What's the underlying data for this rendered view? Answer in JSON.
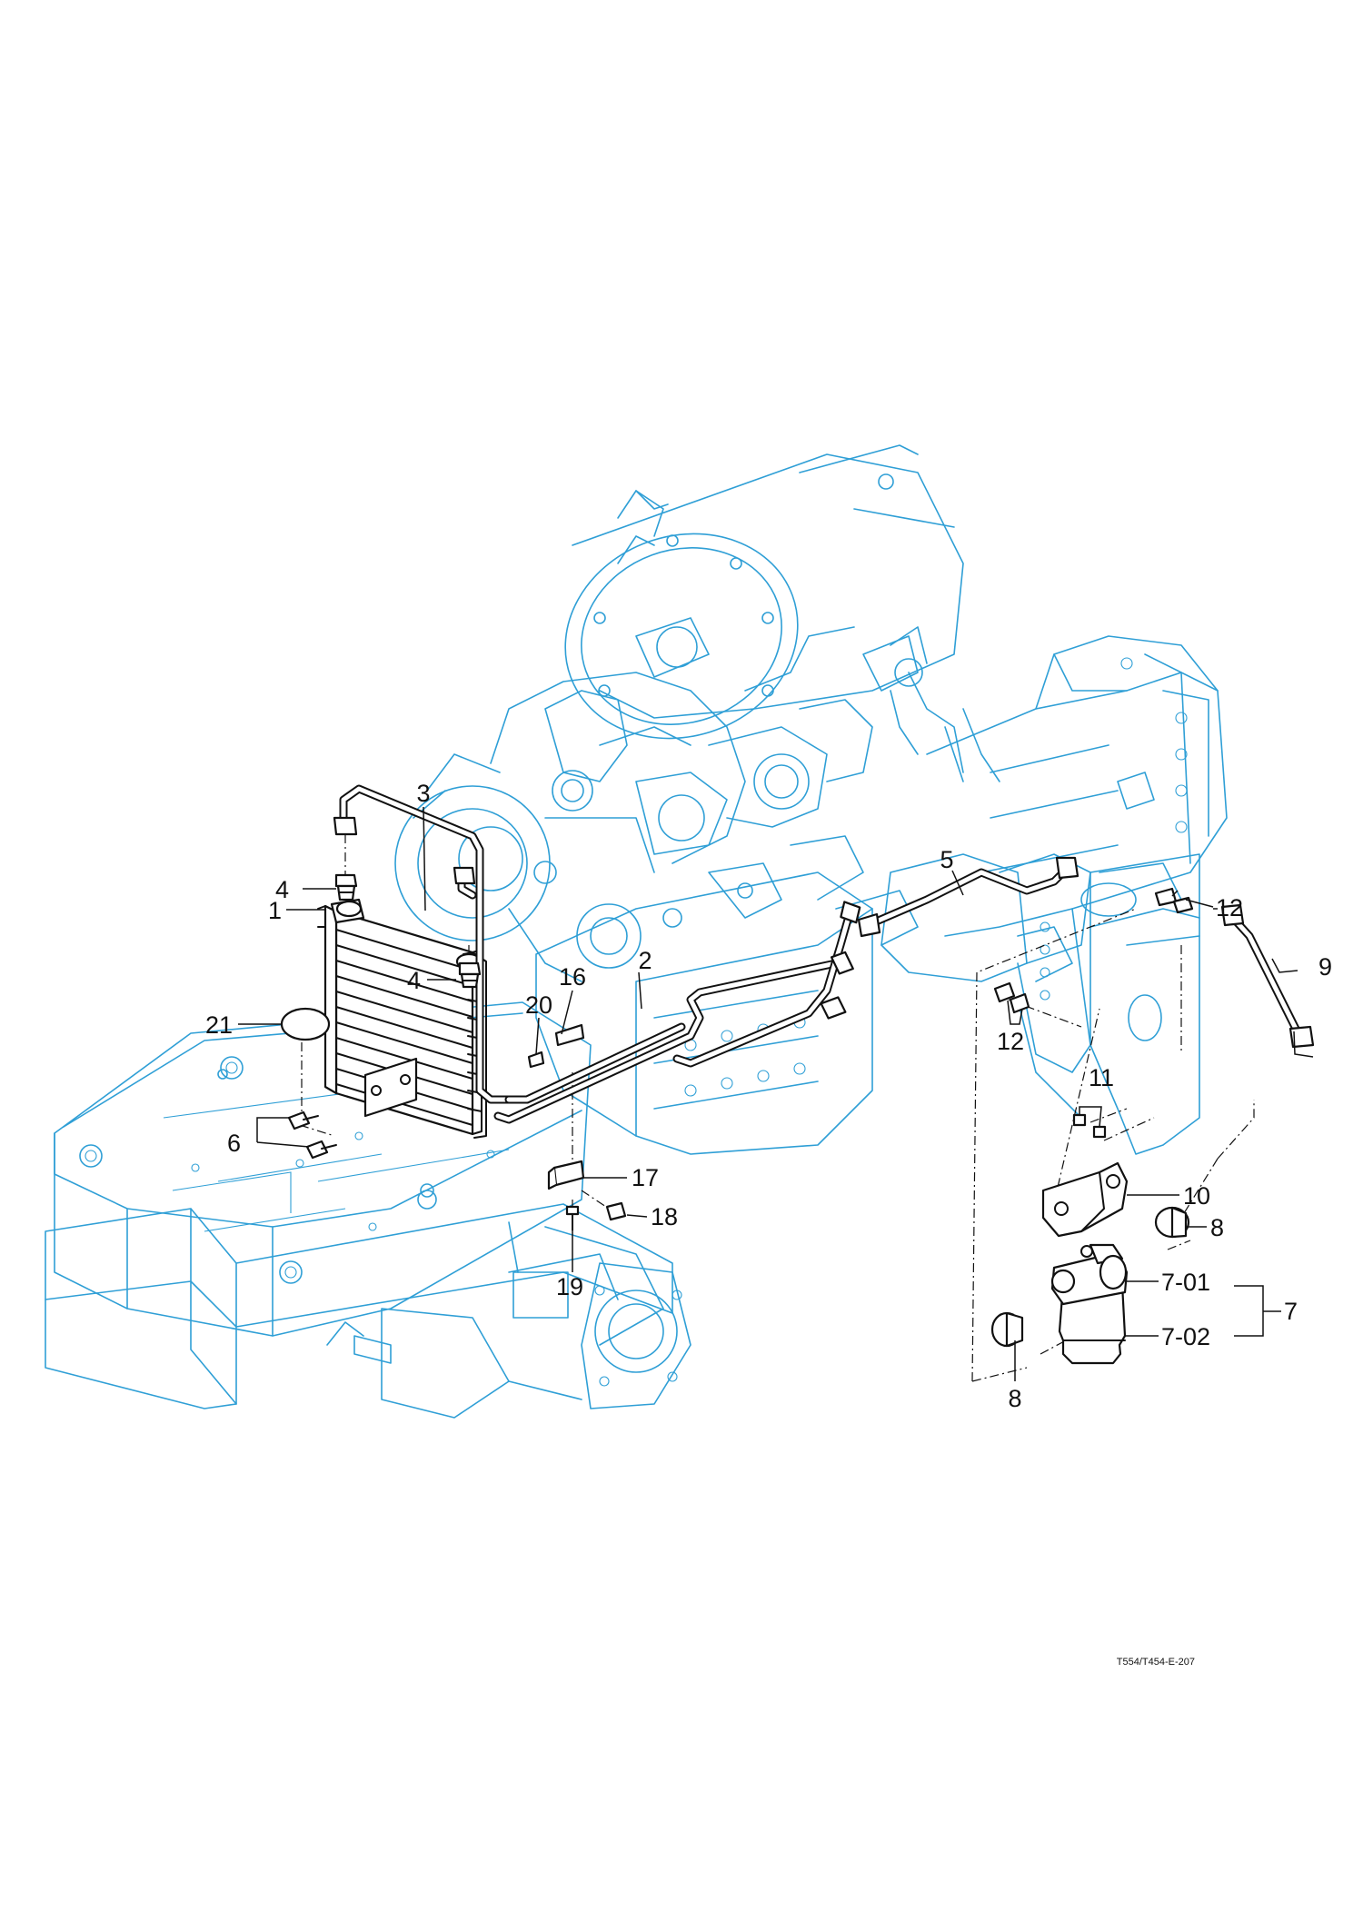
{
  "callouts": {
    "c1": "1",
    "c2": "2",
    "c3": "3",
    "c4a": "4",
    "c4b": "4",
    "c5": "5",
    "c6": "6",
    "c7": "7",
    "c7_01": "7-01",
    "c7_02": "7-02",
    "c8a": "8",
    "c8b": "8",
    "c9": "9",
    "c10": "10",
    "c11": "11",
    "c12a": "12",
    "c12b": "12",
    "c16": "16",
    "c17": "17",
    "c18": "18",
    "c19": "19",
    "c20": "20",
    "c21": "21"
  },
  "drawing_code": "T554/T454-E-207",
  "colors": {
    "background_assembly": "#2f9fd6",
    "parts": "#111111"
  }
}
